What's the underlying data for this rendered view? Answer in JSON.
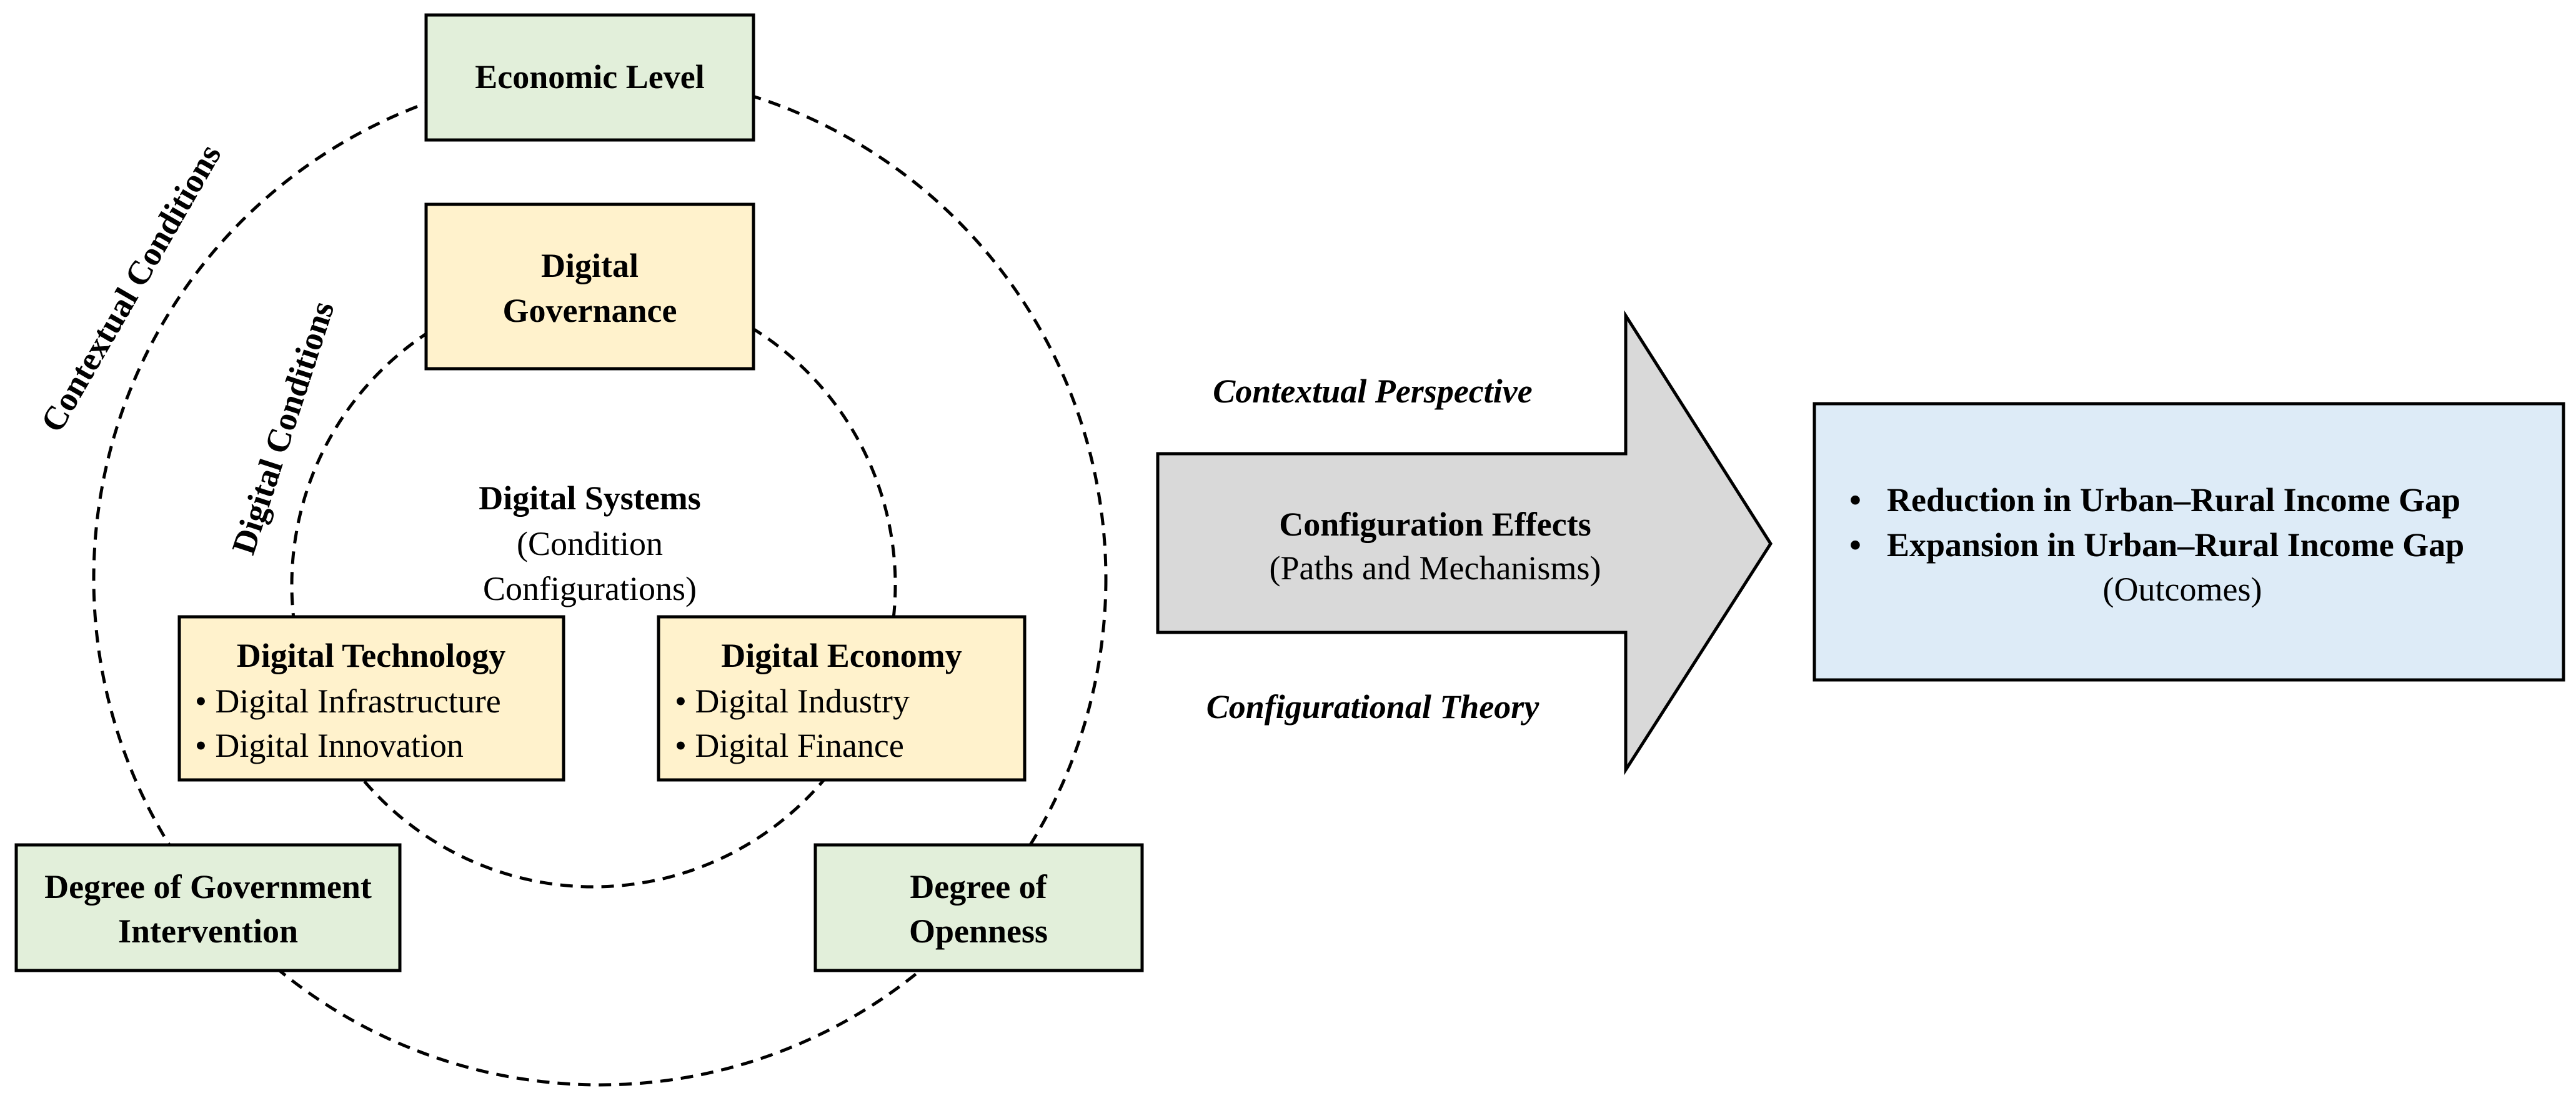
{
  "colors": {
    "green_fill": "#e2efda",
    "yellow_fill": "#fff2cc",
    "blue_fill": "#ddebf7",
    "arrow_fill": "#d9d9d9",
    "stroke": "#000000"
  },
  "outer_ring": {
    "label": "Contextual Conditions",
    "economic_level": "Economic Level",
    "government_intervention": [
      "Degree of Government",
      "Intervention"
    ],
    "openness": [
      "Degree of",
      "Openness"
    ]
  },
  "inner_ring": {
    "label": "Digital Conditions",
    "digital_governance": [
      "Digital",
      "Governance"
    ]
  },
  "center": {
    "title": "Digital Systems",
    "subtitle": [
      "(Condition",
      "Configurations)"
    ]
  },
  "digital_technology": {
    "title": "Digital Technology",
    "items": [
      "• Digital Infrastructure",
      "• Digital Innovation"
    ]
  },
  "digital_economy": {
    "title": "Digital Economy",
    "items": [
      "• Digital Industry",
      "• Digital Finance"
    ]
  },
  "arrow": {
    "top_label": "Contextual Perspective",
    "title": "Configuration Effects",
    "subtitle": "(Paths and Mechanisms)",
    "bottom_label": "Configurational Theory"
  },
  "outcomes": {
    "bullet": "•",
    "items": [
      "Reduction in Urban–Rural Income Gap",
      "Expansion in Urban–Rural Income Gap"
    ],
    "caption": "(Outcomes)"
  }
}
